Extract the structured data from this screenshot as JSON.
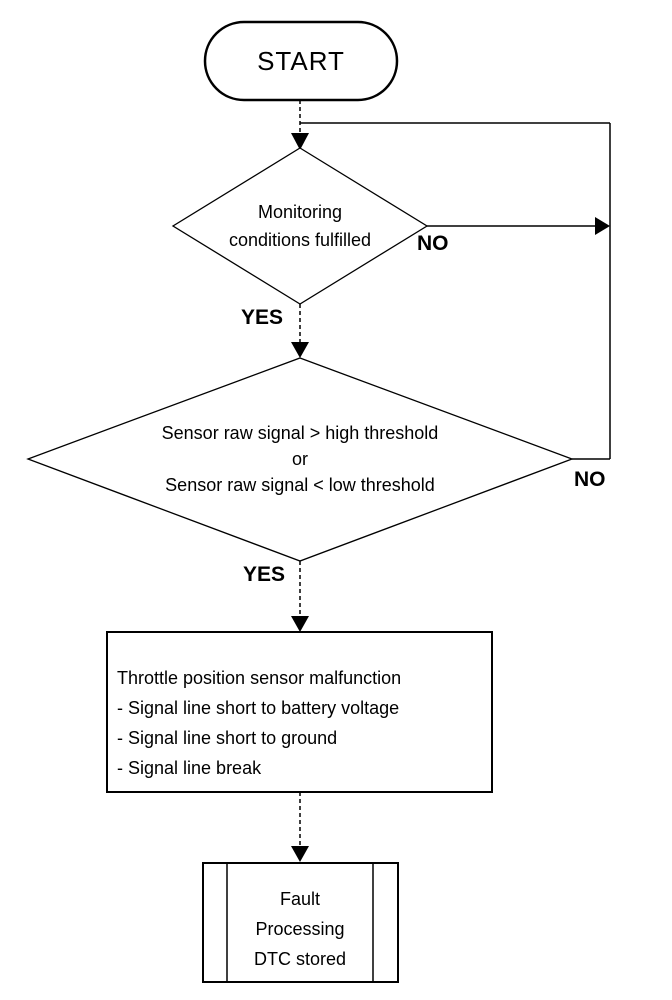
{
  "flowchart": {
    "nodes": {
      "start": {
        "label": "START"
      },
      "monitoring_decision": {
        "lines": [
          "Monitoring",
          "conditions fulfilled"
        ]
      },
      "threshold_decision": {
        "lines": [
          "Sensor raw signal > high threshold",
          "or",
          "Sensor raw signal < low threshold"
        ]
      },
      "malfunction_process": {
        "lines": [
          "Throttle position sensor malfunction",
          "- Signal line short to battery voltage",
          "- Signal line short to ground",
          "- Signal line break"
        ]
      },
      "fault_processing": {
        "lines": [
          "Fault",
          "Processing",
          "DTC stored"
        ]
      }
    },
    "branch_labels": {
      "monitoring_yes": "YES",
      "monitoring_no": "NO",
      "threshold_yes": "YES",
      "threshold_no": "NO"
    },
    "colors": {
      "line": "#000000",
      "text": "#000000",
      "background": "#ffffff"
    }
  }
}
